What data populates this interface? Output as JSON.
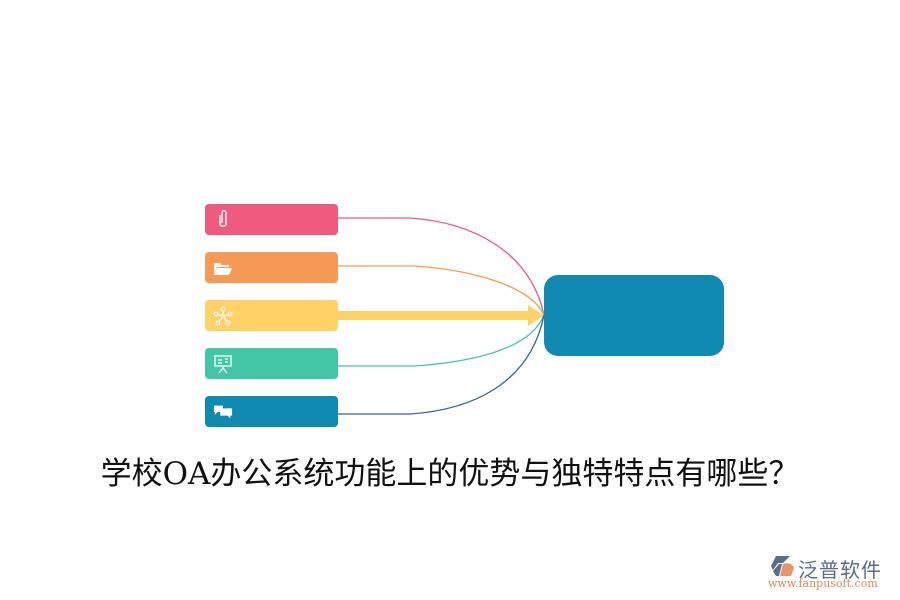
{
  "diagram": {
    "nodes": [
      {
        "id": "node-1",
        "icon": "paperclip-icon",
        "color": "#f05a7e",
        "label": ""
      },
      {
        "id": "node-2",
        "icon": "folder-open-icon",
        "color": "#f79a55",
        "label": ""
      },
      {
        "id": "node-3",
        "icon": "network-icon",
        "color": "#ffd166",
        "label": ""
      },
      {
        "id": "node-4",
        "icon": "presentation-board-icon",
        "color": "#43c6a6",
        "label": ""
      },
      {
        "id": "node-5",
        "icon": "chat-bubbles-icon",
        "color": "#118ab2",
        "label": ""
      }
    ],
    "center": {
      "color": "#118ab2",
      "label": ""
    },
    "links": [
      {
        "from": "node-1",
        "color": "#f05a7e",
        "style": "thin-curve"
      },
      {
        "from": "node-2",
        "color": "#f79a55",
        "style": "thin-curve"
      },
      {
        "from": "node-3",
        "color": "#ffd166",
        "style": "thick-arrow"
      },
      {
        "from": "node-4",
        "color": "#43c6a6",
        "style": "thin-curve"
      },
      {
        "from": "node-5",
        "color": "#3a5fa0",
        "style": "thin-curve"
      }
    ]
  },
  "title": "学校OA办公系统功能上的优势与独特特点有哪些？",
  "logo": {
    "brand": "泛普软件",
    "url": "www.fanpusoft.com"
  }
}
